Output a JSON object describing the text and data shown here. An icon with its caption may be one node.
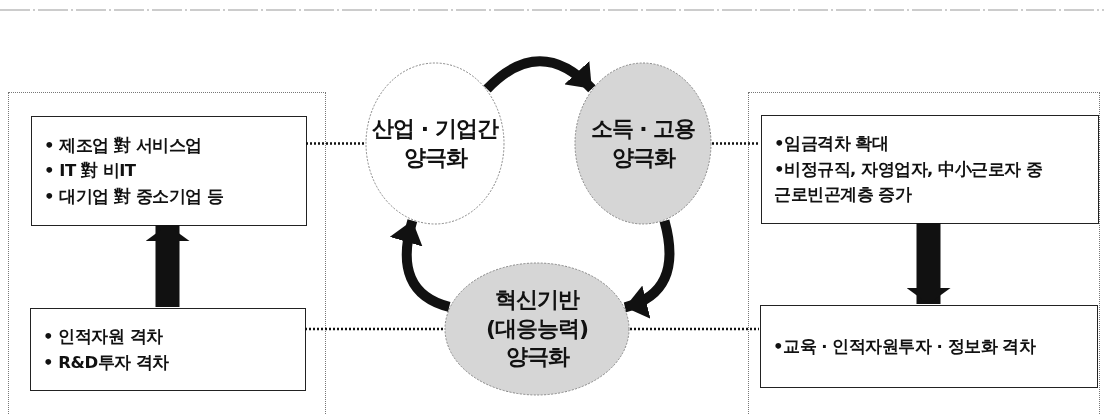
{
  "diagram": {
    "nodes": [
      {
        "text": [],
        "shape": "box"
      },
      {
        "text": [
          "• 제조업 對 서비스업",
          "• IT 對 비IT",
          "• 대기업 對 중소기업 등"
        ],
        "in": 0
      },
      {
        "text": [
          "• 인적자원 격차",
          "• R&D투자 격차"
        ],
        "in": 0
      },
      {
        "text": [
          "산업 · 기업간 양극화"
        ]
      },
      {
        "text": [
          "소득 · 고용 양극화"
        ]
      },
      {
        "text": [
          "혁신기반 (대응능력) 양극화"
        ]
      },
      {
        "text": [],
        "shape": "box"
      },
      {
        "text": [
          "•임금격차 확대",
          "•비정규직, 자영업자, 中小근로자 중 근로빈곤계층 증가"
        ],
        "in": 6
      },
      {
        "text": [
          "•교육 · 인적자원투자 · 정보화 격차"
        ],
        "in": 6
      }
    ],
    "edges": [
      {
        "from": 3,
        "to": 4,
        "arrow": "to"
      },
      {
        "from": 4,
        "to": 5,
        "arrow": "to"
      },
      {
        "from": 5,
        "to": 3,
        "arrow": "to"
      },
      {
        "from": 2,
        "to": 1,
        "arrow": "to",
        "style": "thick"
      },
      {
        "from": 7,
        "to": 8,
        "arrow": "to",
        "style": "thick"
      },
      {
        "from": 1,
        "to": 3,
        "arrow": "none",
        "style": "dashed"
      },
      {
        "from": 2,
        "to": 5,
        "arrow": "none",
        "style": "dashed"
      },
      {
        "from": 4,
        "to": 7,
        "arrow": "none",
        "style": "dashed"
      },
      {
        "from": 5,
        "to": 8,
        "arrow": "none",
        "style": "dashed"
      }
    ]
  }
}
